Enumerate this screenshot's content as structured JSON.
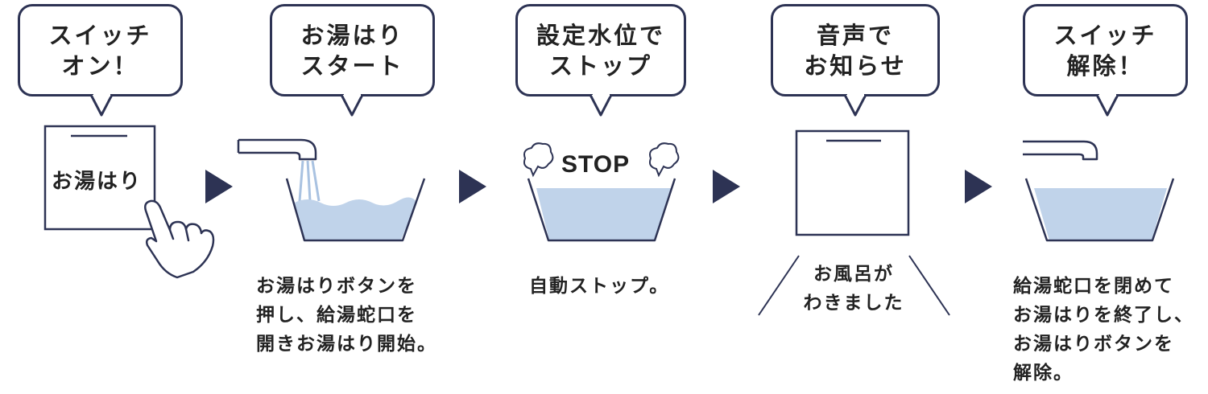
{
  "colors": {
    "navy": "#2d3354",
    "water": "#c0d3ea",
    "water_line": "#a9c2e1"
  },
  "steps": [
    {
      "bubble": "スイッチ\nオン！",
      "panel_label": "お湯はり",
      "icons": [
        "switch-panel-icon",
        "pointing-hand-icon"
      ]
    },
    {
      "bubble": "お湯はり\nスタート",
      "caption": "お湯はりボタンを\n押し、給湯蛇口を\n開きお湯はり開始。",
      "icons": [
        "faucet-icon",
        "bathtub-filling-icon"
      ]
    },
    {
      "bubble": "設定水位で\nストップ",
      "stop_label": "STOP",
      "caption": "自動ストップ。",
      "icons": [
        "steam-icon",
        "bathtub-full-icon"
      ]
    },
    {
      "bubble": "音声で\nお知らせ",
      "announcement": "お風呂が\nわきました",
      "icons": [
        "speaker-panel-icon"
      ]
    },
    {
      "bubble": "スイッチ\n解除！",
      "caption": "給湯蛇口を閉めて\nお湯はりを終了し、\nお湯はりボタンを\n解除。",
      "icons": [
        "faucet-icon",
        "bathtub-full-icon"
      ]
    }
  ],
  "arrows": [
    "next-arrow",
    "next-arrow",
    "next-arrow",
    "next-arrow"
  ]
}
